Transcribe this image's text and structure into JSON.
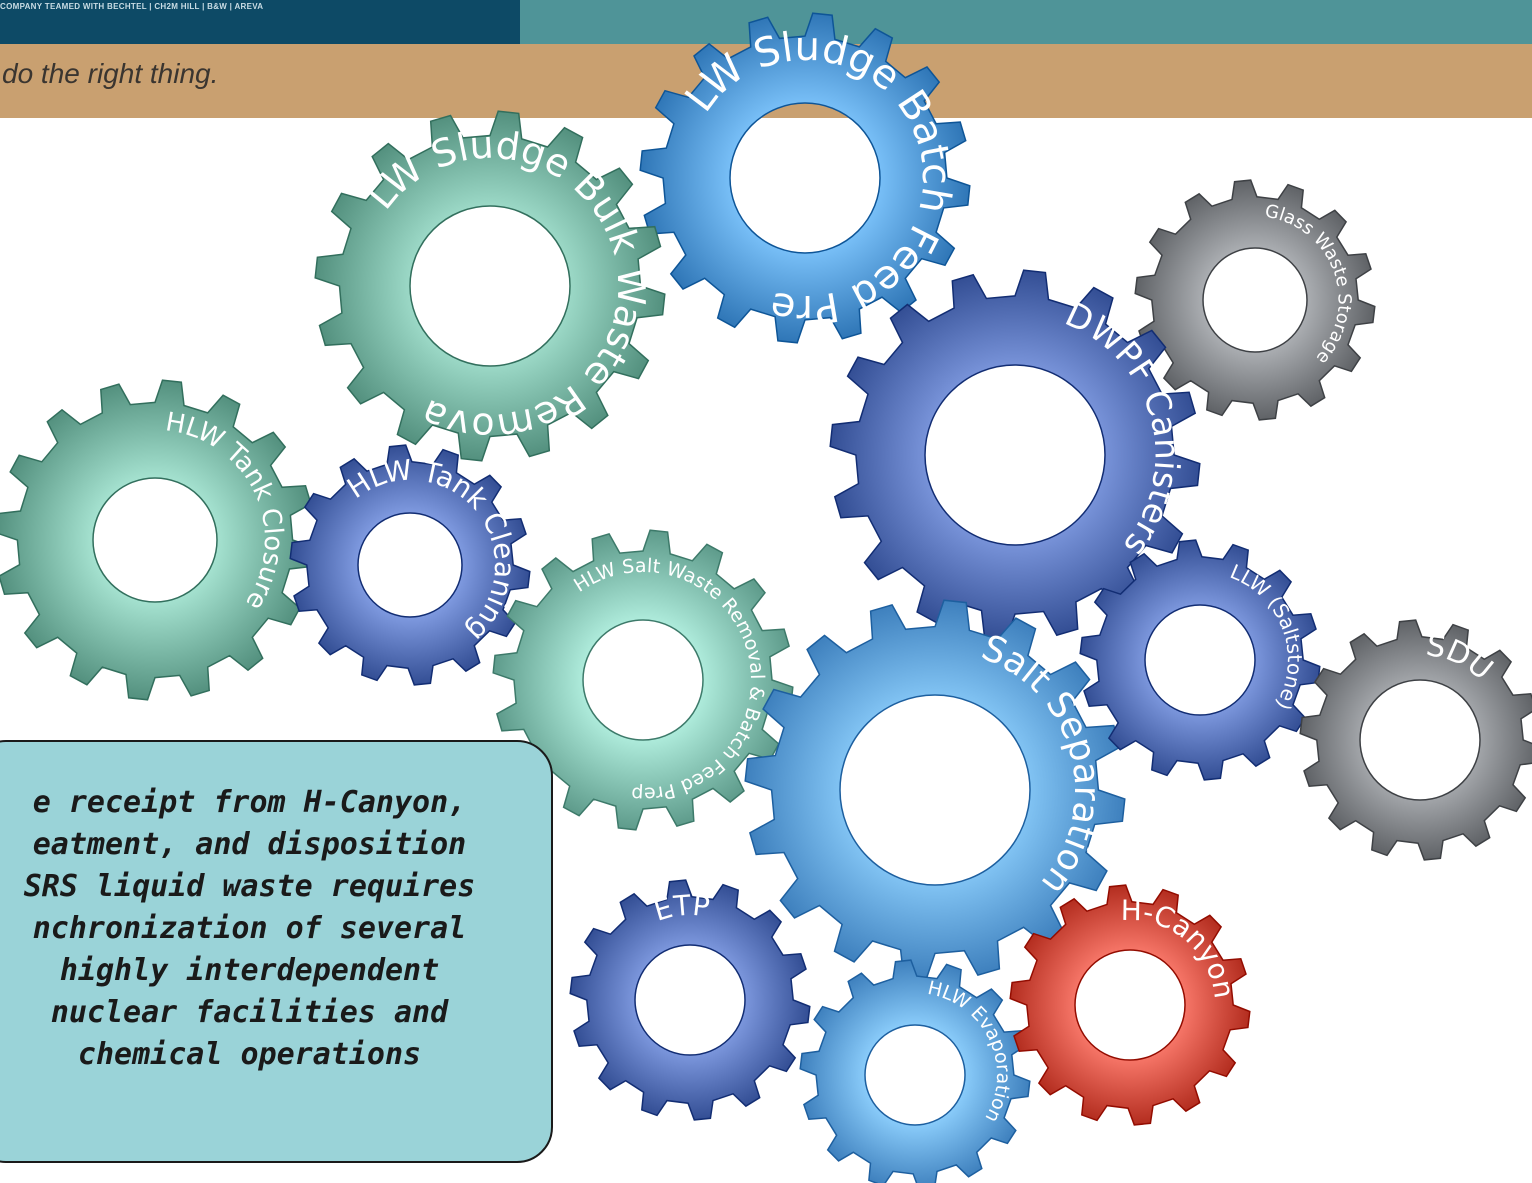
{
  "header": {
    "company_line": "COMPANY TEAMED WITH BECHTEL | CH2M HILL | B&W | AREVA",
    "tagline": "do the right thing."
  },
  "gears": [
    {
      "id": "hlw-sludge-batch-feed-prep",
      "label": "HLW Sludge Batch Feed Prep",
      "color": "#3b82c4"
    },
    {
      "id": "hlw-sludge-bulk-waste-removal",
      "label": "HLW Sludge Bulk Waste Removal",
      "color": "#5f9c8a"
    },
    {
      "id": "glass-waste-storage",
      "label": "Glass Waste Storage",
      "color": "#6b6e72"
    },
    {
      "id": "dwpf-canisters",
      "label": "DWPF Canisters",
      "color": "#3f5aa0"
    },
    {
      "id": "hlw-tank-closure",
      "label": "HLW Tank Closure",
      "color": "#5f9c8a"
    },
    {
      "id": "hlw-tank-cleaning",
      "label": "HLW Tank Cleaning",
      "color": "#3f5aa0"
    },
    {
      "id": "hlw-salt-waste-removal",
      "label": "HLW Salt Waste Removal & Batch Feed Prep",
      "color": "#6aa797"
    },
    {
      "id": "salt-separation",
      "label": "Salt Separation",
      "color": "#4a8ccc"
    },
    {
      "id": "llw-saltstone",
      "label": "LLW (Saltstone)",
      "color": "#3f5aa0"
    },
    {
      "id": "sdu",
      "label": "SDU",
      "color": "#6b6e72"
    },
    {
      "id": "etp",
      "label": "ETP",
      "color": "#3f5aa0"
    },
    {
      "id": "hlw-evaporation",
      "label": "HLW Evaporation",
      "color": "#4a8ccc"
    },
    {
      "id": "h-canyon",
      "label": "H-Canyon",
      "color": "#c0392b"
    }
  ],
  "callout": {
    "text": "e receipt from H-Canyon,\neatment, and disposition\nSRS liquid waste requires\nnchronization of several\nhighly interdependent\nnuclear facilities and\nchemical operations"
  }
}
